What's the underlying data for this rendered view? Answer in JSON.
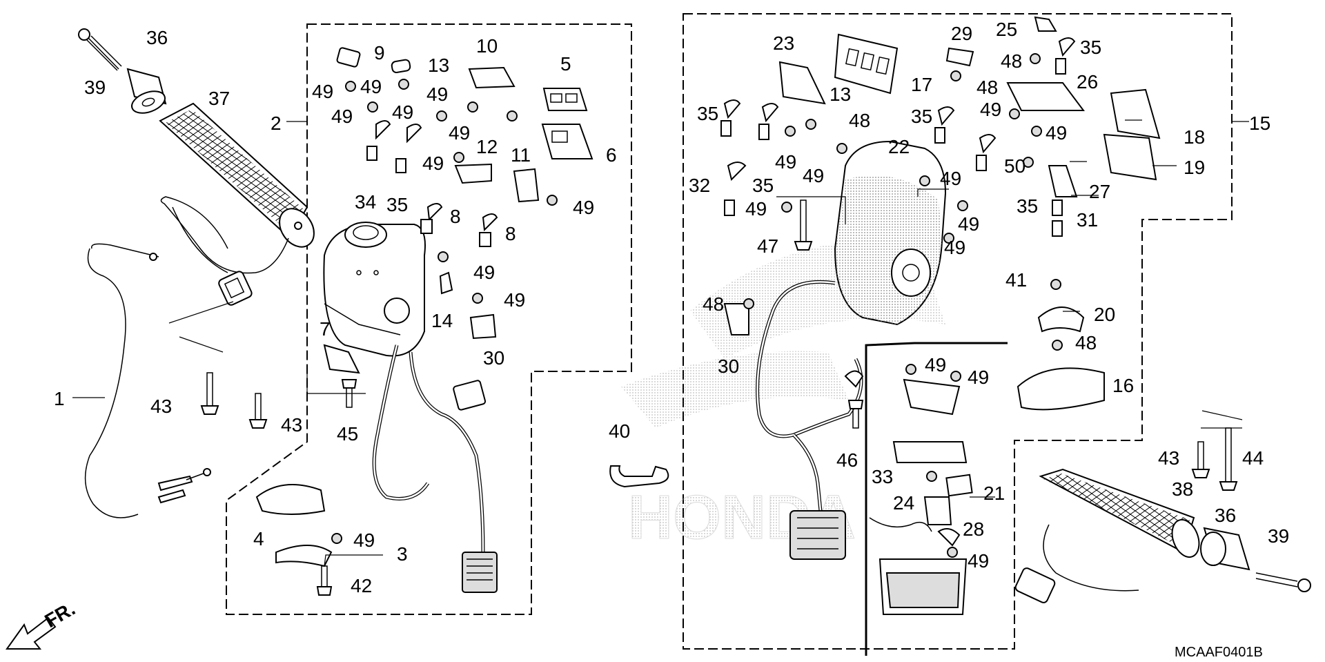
{
  "diagram": {
    "code": "MCAAF0401B",
    "arrow_label": "FR.",
    "watermark": "HONDA",
    "callouts": [
      "1",
      "2",
      "3",
      "4",
      "5",
      "6",
      "7",
      "8",
      "9",
      "10",
      "11",
      "12",
      "13",
      "14",
      "15",
      "16",
      "17",
      "18",
      "19",
      "20",
      "21",
      "22",
      "23",
      "24",
      "25",
      "26",
      "27",
      "28",
      "29",
      "30",
      "31",
      "32",
      "33",
      "34",
      "35",
      "36",
      "37",
      "38",
      "39",
      "40",
      "41",
      "42",
      "43",
      "44",
      "45",
      "46",
      "47",
      "48",
      "49",
      "50"
    ]
  }
}
